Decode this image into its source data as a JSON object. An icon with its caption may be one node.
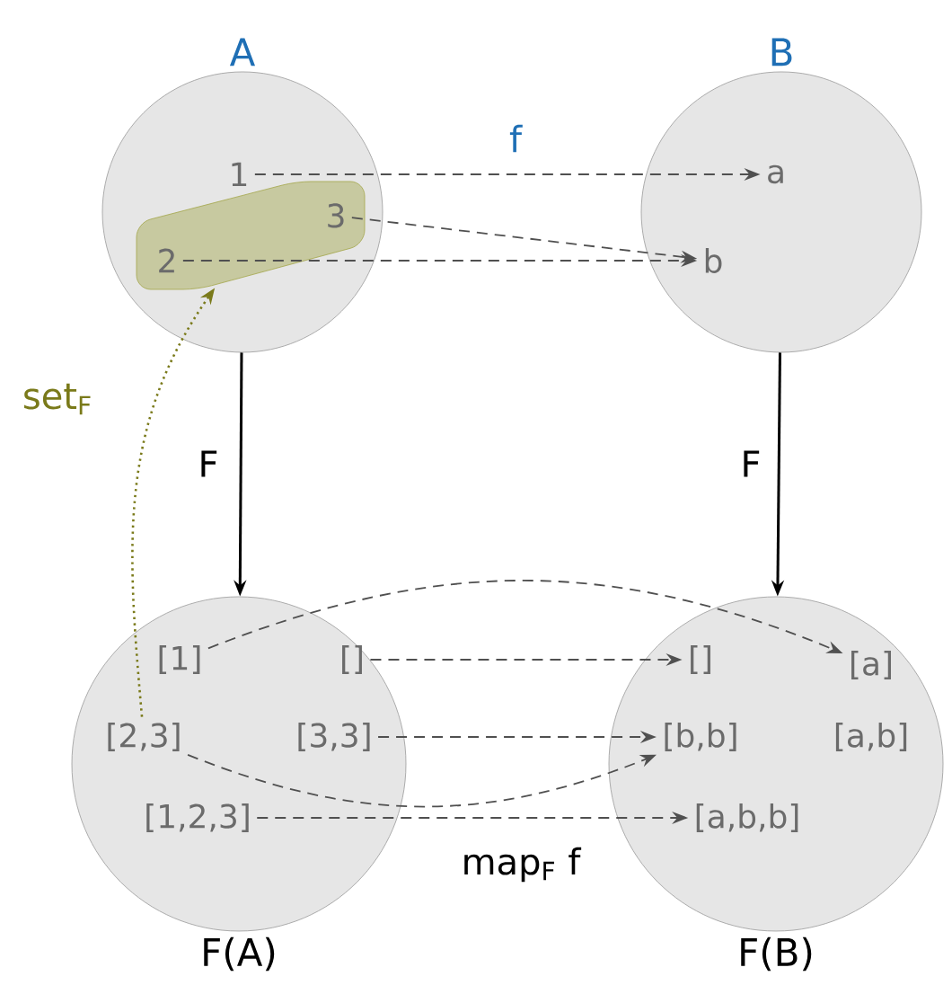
{
  "diagram": {
    "nodes": [
      {
        "text": [
          "A"
        ]
      },
      {
        "text": [],
        "shape": "box",
        "in": 0
      },
      {
        "text": [
          "1"
        ],
        "in": 0
      },
      {
        "text": [
          "2"
        ],
        "in": 1
      },
      {
        "text": [
          "3"
        ],
        "in": 1
      },
      {
        "text": [
          "B"
        ]
      },
      {
        "text": [
          "a"
        ],
        "in": 5
      },
      {
        "text": [
          "b"
        ],
        "in": 5
      },
      {
        "text": [
          "F(A)"
        ]
      },
      {
        "text": [
          "[1]"
        ],
        "in": 8
      },
      {
        "text": [
          "[]"
        ],
        "in": 8
      },
      {
        "text": [
          "[2,3]"
        ],
        "in": 8
      },
      {
        "text": [
          "[3,3]"
        ],
        "in": 8
      },
      {
        "text": [
          "[1,2,3]"
        ],
        "in": 8
      },
      {
        "text": [
          "F(B)"
        ]
      },
      {
        "text": [
          "[]"
        ],
        "in": 14
      },
      {
        "text": [
          "[a]"
        ],
        "in": 14
      },
      {
        "text": [
          "[b,b]"
        ],
        "in": 14
      },
      {
        "text": [
          "[a,b]"
        ],
        "in": 14
      },
      {
        "text": [
          "[a,b,b]"
        ],
        "in": 14
      }
    ],
    "edges": [
      {
        "from": 2,
        "to": 6,
        "arrow": "to",
        "style": "dashed",
        "label": "f"
      },
      {
        "from": 4,
        "to": 7,
        "arrow": "to",
        "style": "dashed"
      },
      {
        "from": 3,
        "to": 7,
        "arrow": "to",
        "style": "dashed"
      },
      {
        "from": 0,
        "to": 8,
        "arrow": "to",
        "label": "F"
      },
      {
        "from": 5,
        "to": 14,
        "arrow": "to",
        "label": "F"
      },
      {
        "from": 9,
        "to": 16,
        "arrow": "to",
        "style": "dashed"
      },
      {
        "from": 10,
        "to": 15,
        "arrow": "to",
        "style": "dashed"
      },
      {
        "from": 11,
        "to": 17,
        "arrow": "to",
        "style": "dashed"
      },
      {
        "from": 12,
        "to": 17,
        "arrow": "to",
        "style": "dashed"
      },
      {
        "from": 13,
        "to": 19,
        "arrow": "to",
        "style": "dashed"
      },
      {
        "from": 11,
        "to": 1,
        "arrow": "to",
        "style": "dashed",
        "color": "#7a7a1a",
        "label": "set$_{F}$"
      }
    ],
    "labels": [
      "map$_{F}$ f"
    ]
  }
}
